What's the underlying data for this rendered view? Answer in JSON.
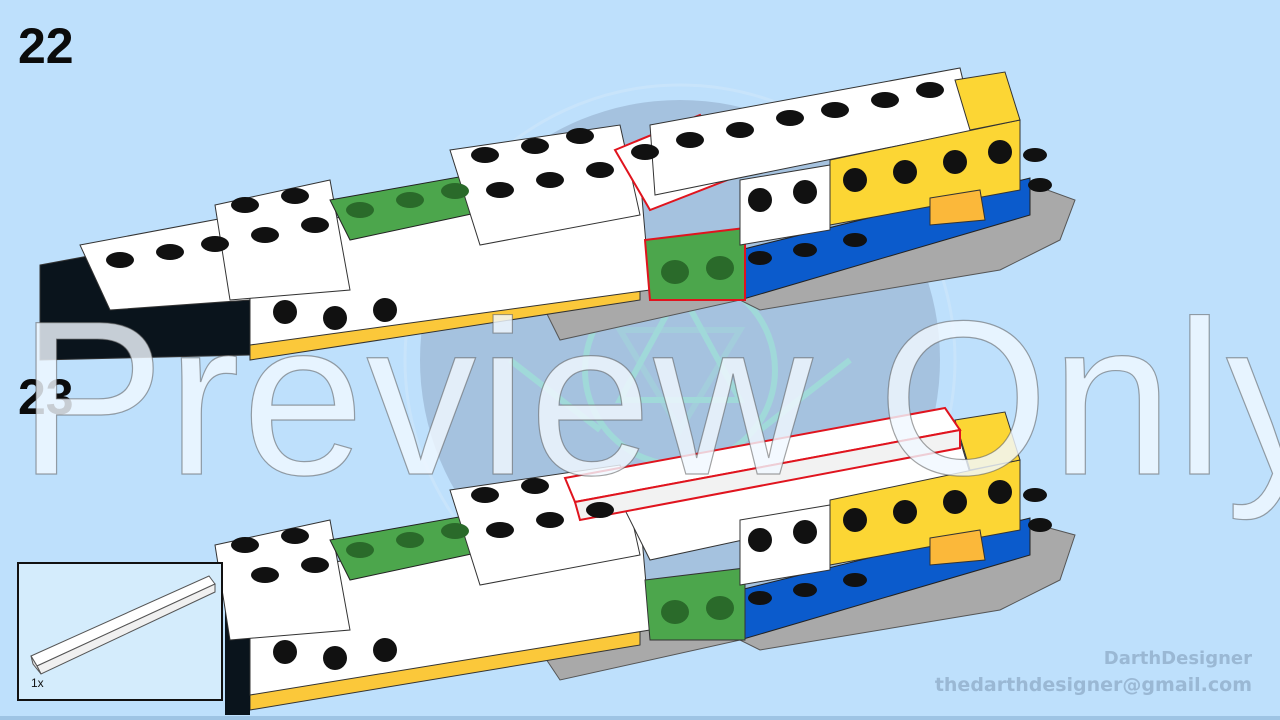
{
  "steps": [
    {
      "number": "22",
      "description": "Sub-assembly with red-highlighted white bricks added to upper deck"
    },
    {
      "number": "23",
      "description": "Sub-assembly with red-highlighted long white tile added on top"
    }
  ],
  "parts_list": {
    "quantity": "1x",
    "part": "white 1x8 tile"
  },
  "watermark": {
    "overlay_text": "Preview Only",
    "circle_text": "thedarthdesigner@gmail.com"
  },
  "credits": {
    "name": "DarthDesigner",
    "email": "thedarthdesigner@gmail.com"
  },
  "colors": {
    "background": "#bee0fc",
    "highlight": "#e0141e",
    "white": "#ffffff",
    "black": "#0a141c",
    "green": "#4ca64c",
    "blue": "#0b5bcc",
    "yellow": "#fcd634",
    "orange": "#fbb83a",
    "gray": "#a9a9a9"
  }
}
